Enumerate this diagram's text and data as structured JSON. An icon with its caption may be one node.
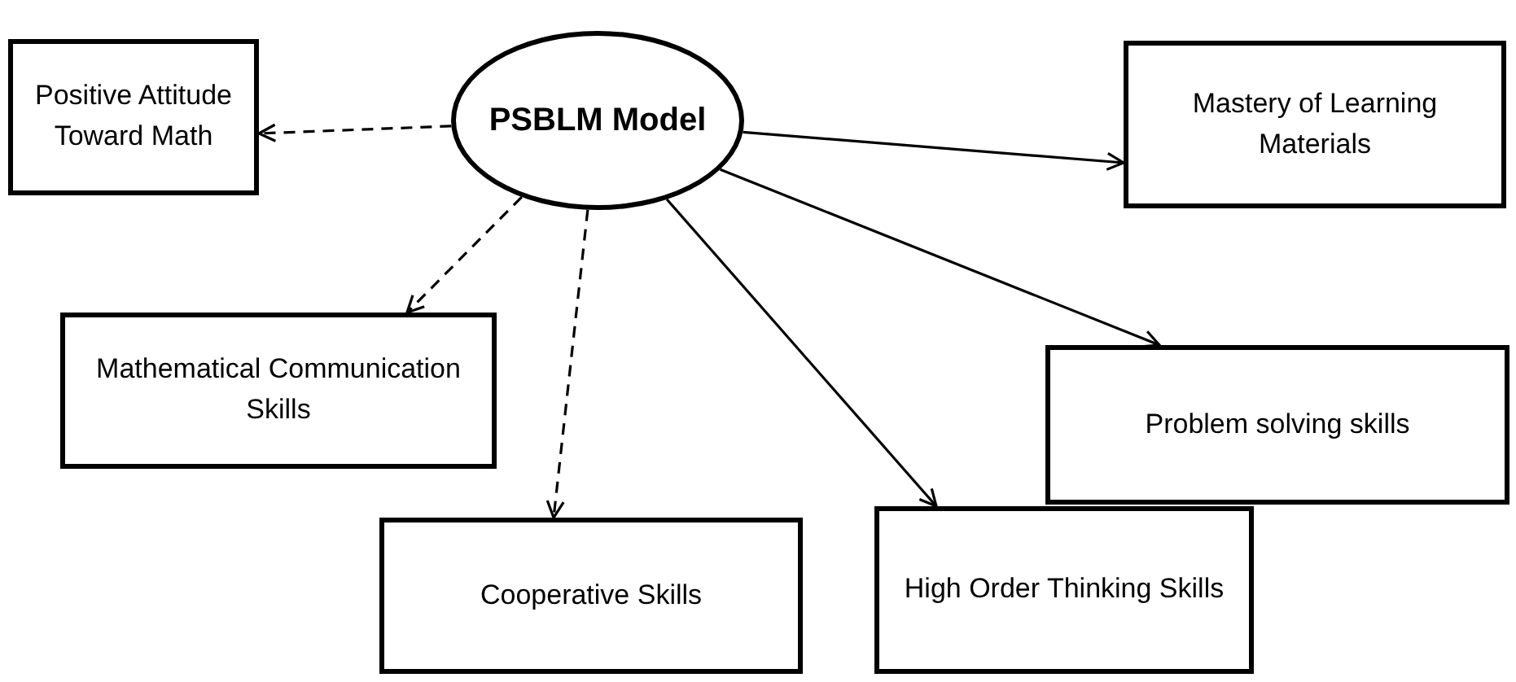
{
  "diagram": {
    "nodes": [
      {
        "text": [
          "Positive Attitude Toward Math"
        ]
      },
      {
        "text": [
          "PSBLM Model"
        ]
      },
      {
        "text": [
          "Mastery of Learning Materials"
        ]
      },
      {
        "text": [
          "Mathematical Communication Skills"
        ]
      },
      {
        "text": [
          "Problem solving skills"
        ]
      },
      {
        "text": [
          "Cooperative Skills"
        ]
      },
      {
        "text": [
          "High Order Thinking Skills"
        ]
      }
    ],
    "edges": [
      {
        "from": 1,
        "to": 0,
        "arrow": "to",
        "style": "dashed"
      },
      {
        "from": 1,
        "to": 2,
        "arrow": "to"
      },
      {
        "from": 1,
        "to": 3,
        "arrow": "to",
        "style": "dashed"
      },
      {
        "from": 1,
        "to": 5,
        "arrow": "to",
        "style": "dashed"
      },
      {
        "from": 1,
        "to": 6,
        "arrow": "to"
      },
      {
        "from": 1,
        "to": 4,
        "arrow": "to"
      }
    ]
  }
}
